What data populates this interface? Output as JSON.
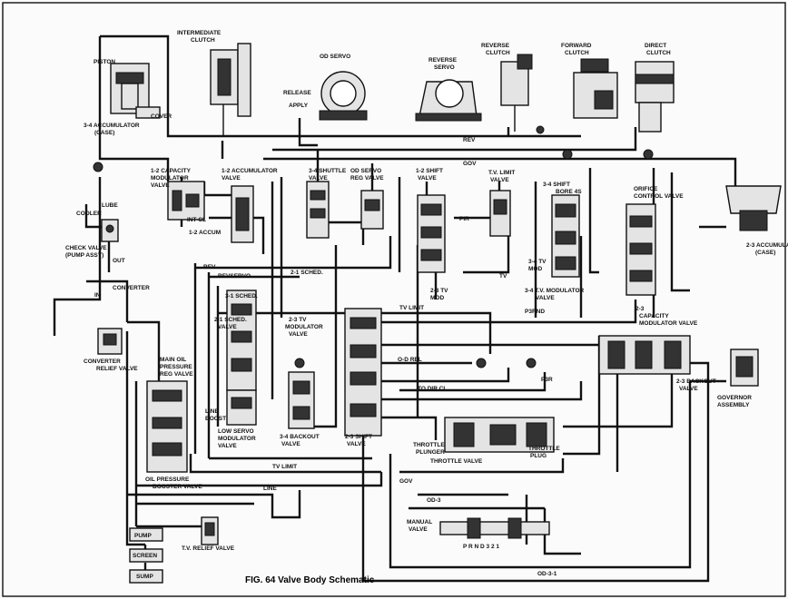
{
  "caption": "FIG. 64  Valve Body Schematic",
  "colors": {
    "ink": "#111111",
    "paper": "#fbfbfb",
    "fill": "#e4e4e4"
  },
  "labels": [
    {
      "id": "intermediate-clutch",
      "text": "INTERMEDIATE CLUTCH"
    },
    {
      "id": "od-servo",
      "text": "OD SERVO"
    },
    {
      "id": "reverse-servo",
      "text": "REVERSE SERVO"
    },
    {
      "id": "reverse-clutch",
      "text": "REVERSE CLUTCH"
    },
    {
      "id": "forward-clutch",
      "text": "FORWARD CLUTCH"
    },
    {
      "id": "direct-clutch",
      "text": "DIRECT CLUTCH"
    },
    {
      "id": "piston",
      "text": "PISTON"
    },
    {
      "id": "accumulator-34",
      "text": "3-4 ACCUMULATOR (CASE)"
    },
    {
      "id": "cover",
      "text": "COVER"
    },
    {
      "id": "release",
      "text": "RELEASE"
    },
    {
      "id": "apply",
      "text": "APPLY"
    },
    {
      "id": "rev-top",
      "text": "REV"
    },
    {
      "id": "gov-top",
      "text": "GOV"
    },
    {
      "id": "capacity-mod-13",
      "text": "1-2 CAPACITY MODULATOR VALVE"
    },
    {
      "id": "accum-valve-12",
      "text": "1-2 ACCUMULATOR VALVE"
    },
    {
      "id": "int-cl",
      "text": "INT CL"
    },
    {
      "id": "accum-12",
      "text": "1-2 ACCUM"
    },
    {
      "id": "shuttle-34",
      "text": "3-4 SHUTTLE VALVE"
    },
    {
      "id": "od-servo-reg",
      "text": "OD SERVO REG VALVE"
    },
    {
      "id": "shift-12",
      "text": "1-2 SHIFT VALVE"
    },
    {
      "id": "tv-limit-valve",
      "text": "T.V. LIMIT VALVE"
    },
    {
      "id": "shift-bore-34",
      "text": "3-4 SHIFT BORE 4S"
    },
    {
      "id": "orifice-control",
      "text": "ORIFICE CONTROL VALVE"
    },
    {
      "id": "accum-23",
      "text": "2-3 ACCUMULATOR (CASE)"
    },
    {
      "id": "lube",
      "text": "LUBE"
    },
    {
      "id": "cooler",
      "text": "COOLER"
    },
    {
      "id": "check-valve",
      "text": "CHECK VALVE (PUMP ASSY)"
    },
    {
      "id": "out",
      "text": "OUT"
    },
    {
      "id": "in",
      "text": "IN"
    },
    {
      "id": "converter",
      "text": "CONVERTER"
    },
    {
      "id": "converter-relief",
      "text": "CONVERTER RELIEF VALVE"
    },
    {
      "id": "rev-mid",
      "text": "REV"
    },
    {
      "id": "revservo",
      "text": "REVSERVO"
    },
    {
      "id": "sched-21",
      "text": "2-1 SCHED."
    },
    {
      "id": "tv-mod-23",
      "text": "2-3 TV MOD"
    },
    {
      "id": "sched-31",
      "text": "3-1 SCHED."
    },
    {
      "id": "sched-valve-21",
      "text": "2-1 SCHED. VALVE"
    },
    {
      "id": "tv-mod-valve-23",
      "text": "2-3 TV MODULATOR VALVE"
    },
    {
      "id": "tv-limit-line",
      "text": "TV LIMIT"
    },
    {
      "id": "tv-34-mod",
      "text": "3-4 TV MOD"
    },
    {
      "id": "tv-mod-valve-34",
      "text": "3-4 T.V. MODULATOR VALVE"
    },
    {
      "id": "capacity-mod-23",
      "text": "2-3 CAPACITY MODULATOR VALVE"
    },
    {
      "id": "main-oil",
      "text": "MAIN OIL PRESSURE REG VALVE"
    },
    {
      "id": "line-boost",
      "text": "LINE BOOST"
    },
    {
      "id": "low-servo",
      "text": "LOW SERVO MODULATOR VALVE"
    },
    {
      "id": "backout-34",
      "text": "3-4 BACKOUT VALVE"
    },
    {
      "id": "shift-23",
      "text": "2-3 SHIFT VALVE"
    },
    {
      "id": "to-dir-cl",
      "text": "TO DIR CL"
    },
    {
      "id": "od-rel",
      "text": "O-D REL"
    },
    {
      "id": "throttle-plunger",
      "text": "THROTTLE PLUNGER"
    },
    {
      "id": "throttle-plug",
      "text": "THROTTLE PLUG"
    },
    {
      "id": "throttle-valve",
      "text": "THROTTLE VALVE"
    },
    {
      "id": "backout-23",
      "text": "2-3 BACKOUT VALVE"
    },
    {
      "id": "governor",
      "text": "GOVERNOR ASSEMBLY"
    },
    {
      "id": "booster",
      "text": "OIL PRESSURE BOOSTER VALVE"
    },
    {
      "id": "line",
      "text": "LINE"
    },
    {
      "id": "tv-limit-bottom",
      "text": "TV LIMIT"
    },
    {
      "id": "gov-bottom",
      "text": "GOV"
    },
    {
      "id": "od-3",
      "text": "OD-3"
    },
    {
      "id": "manual-valve",
      "text": "MANUAL VALVE"
    },
    {
      "id": "prnd",
      "text": "P R N D 3 2 1"
    },
    {
      "id": "pump",
      "text": "PUMP"
    },
    {
      "id": "screen",
      "text": "SCREEN"
    },
    {
      "id": "sump",
      "text": "SUMP"
    },
    {
      "id": "tv-relief",
      "text": "T.V. RELIEF VALVE"
    },
    {
      "id": "od-3-1",
      "text": "OD-3-1"
    },
    {
      "id": "p3rnd",
      "text": "P3RND"
    },
    {
      "id": "p3r",
      "text": "P3R"
    },
    {
      "id": "pir",
      "text": "PIR"
    },
    {
      "id": "tv",
      "text": "TV"
    }
  ]
}
